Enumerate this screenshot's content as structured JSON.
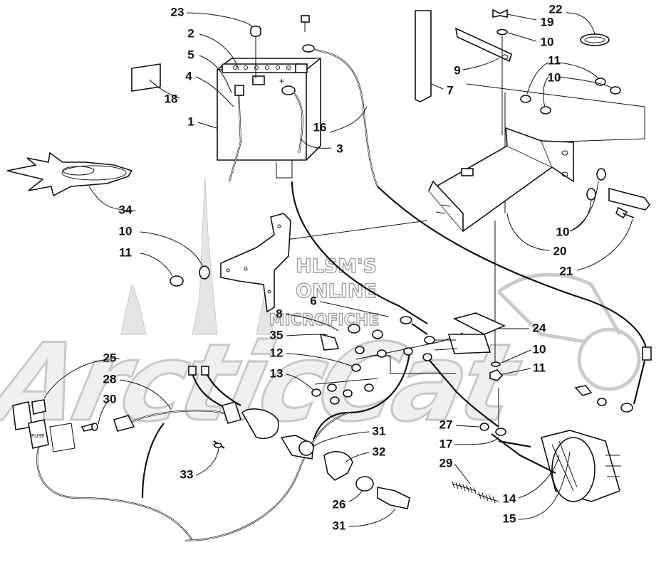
{
  "watermark": {
    "line1": "HLSM'S",
    "line2": "ONLINE",
    "line3": "MICROFICHE",
    "brand": "ArcticCat"
  },
  "callouts": [
    {
      "id": "c23",
      "text": "23"
    },
    {
      "id": "c2",
      "text": "2"
    },
    {
      "id": "c5",
      "text": "5"
    },
    {
      "id": "c4",
      "text": "4"
    },
    {
      "id": "c18",
      "text": "18"
    },
    {
      "id": "c1",
      "text": "1"
    },
    {
      "id": "c16",
      "text": "16"
    },
    {
      "id": "c3",
      "text": "3"
    },
    {
      "id": "c22",
      "text": "22"
    },
    {
      "id": "c19",
      "text": "19"
    },
    {
      "id": "c10a",
      "text": "10"
    },
    {
      "id": "c11a",
      "text": "11"
    },
    {
      "id": "c10b",
      "text": "10"
    },
    {
      "id": "c9",
      "text": "9"
    },
    {
      "id": "c7",
      "text": "7"
    },
    {
      "id": "c34",
      "text": "34"
    },
    {
      "id": "c10c",
      "text": "10"
    },
    {
      "id": "c11b",
      "text": "11"
    },
    {
      "id": "c10d",
      "text": "10"
    },
    {
      "id": "c20",
      "text": "20"
    },
    {
      "id": "c21",
      "text": "21"
    },
    {
      "id": "c6",
      "text": "6"
    },
    {
      "id": "c8",
      "text": "8"
    },
    {
      "id": "c35",
      "text": "35"
    },
    {
      "id": "c12",
      "text": "12"
    },
    {
      "id": "c13",
      "text": "13"
    },
    {
      "id": "c24",
      "text": "24"
    },
    {
      "id": "c10e",
      "text": "10"
    },
    {
      "id": "c11c",
      "text": "11"
    },
    {
      "id": "c25",
      "text": "25"
    },
    {
      "id": "c28",
      "text": "28"
    },
    {
      "id": "c30",
      "text": "30"
    },
    {
      "id": "c33",
      "text": "33"
    },
    {
      "id": "c31a",
      "text": "31"
    },
    {
      "id": "c32",
      "text": "32"
    },
    {
      "id": "c26",
      "text": "26"
    },
    {
      "id": "c31b",
      "text": "31"
    },
    {
      "id": "c27",
      "text": "27"
    },
    {
      "id": "c17",
      "text": "17"
    },
    {
      "id": "c29",
      "text": "29"
    },
    {
      "id": "c14",
      "text": "14"
    },
    {
      "id": "c15",
      "text": "15"
    }
  ],
  "battery": {
    "terminal_plus": "+",
    "terminal_minus": "-"
  },
  "fuse_holder_text": "FUSE"
}
